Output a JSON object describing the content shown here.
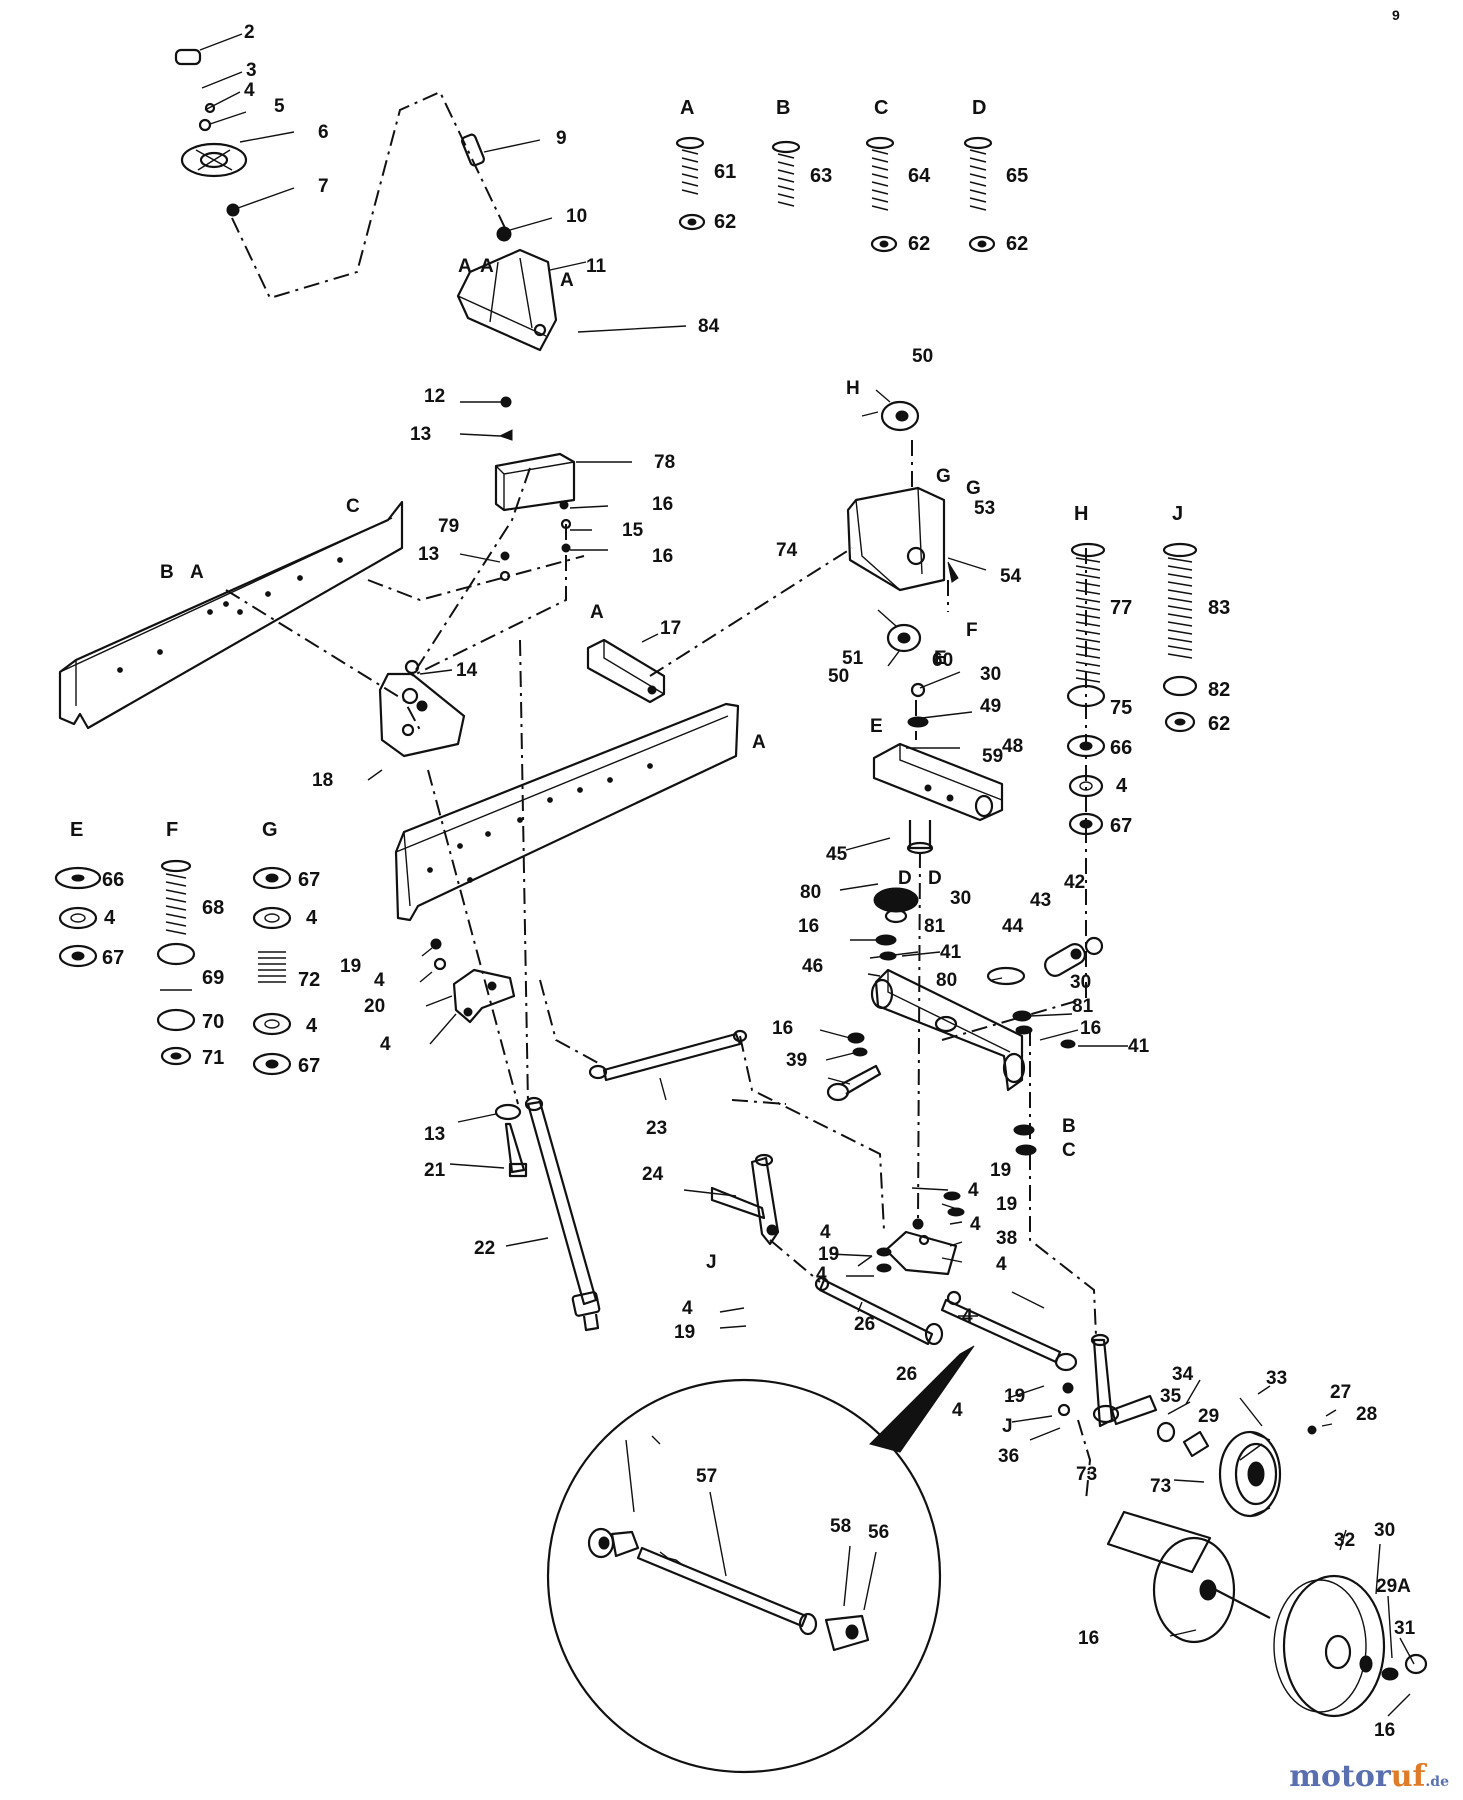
{
  "diagram": {
    "corner_mark": "9",
    "callouts": [
      "2",
      "3",
      "4",
      "5",
      "6",
      "7",
      "9",
      "10",
      "11",
      "84",
      "12",
      "13",
      "78",
      "16",
      "79",
      "15",
      "16",
      "13",
      "17",
      "14",
      "18",
      "50",
      "H",
      "G",
      "G",
      "53",
      "74",
      "54",
      "F",
      "51",
      "50",
      "E",
      "30",
      "49",
      "48",
      "45",
      "D",
      "D",
      "80",
      "30",
      "16",
      "81",
      "41",
      "44",
      "43",
      "42",
      "46",
      "80",
      "30",
      "81",
      "16",
      "41",
      "16",
      "39",
      "19",
      "4",
      "20",
      "4",
      "13",
      "21",
      "22",
      "23",
      "24",
      "J",
      "4",
      "19",
      "19",
      "4",
      "19",
      "4",
      "38",
      "4",
      "4",
      "19",
      "4",
      "26",
      "26",
      "4",
      "4",
      "19",
      "J",
      "36",
      "73",
      "35",
      "34",
      "33",
      "27",
      "28",
      "29",
      "73",
      "32",
      "30",
      "29A",
      "31",
      "16",
      "16",
      "B",
      "C",
      "C",
      "B",
      "A",
      "A",
      "A",
      "A",
      "A",
      "A",
      "E",
      "59",
      "60",
      "58",
      "56",
      "57"
    ],
    "fastener_groups": [
      {
        "letter": "A",
        "items": [
          "61",
          "62"
        ]
      },
      {
        "letter": "B",
        "items": [
          "63"
        ]
      },
      {
        "letter": "C",
        "items": [
          "64",
          "62"
        ]
      },
      {
        "letter": "D",
        "items": [
          "65",
          "62"
        ]
      },
      {
        "letter": "E",
        "items": [
          "66",
          "4",
          "67"
        ]
      },
      {
        "letter": "F",
        "items": [
          "68",
          "69",
          "70",
          "71"
        ]
      },
      {
        "letter": "G",
        "items": [
          "67",
          "4",
          "72",
          "4",
          "67"
        ]
      },
      {
        "letter": "H",
        "items": [
          "77",
          "75",
          "66",
          "4",
          "67"
        ]
      },
      {
        "letter": "J",
        "items": [
          "83",
          "82",
          "62"
        ]
      }
    ]
  },
  "watermark": {
    "main": "motor",
    "accent": "uf",
    "suffix": ".de"
  }
}
